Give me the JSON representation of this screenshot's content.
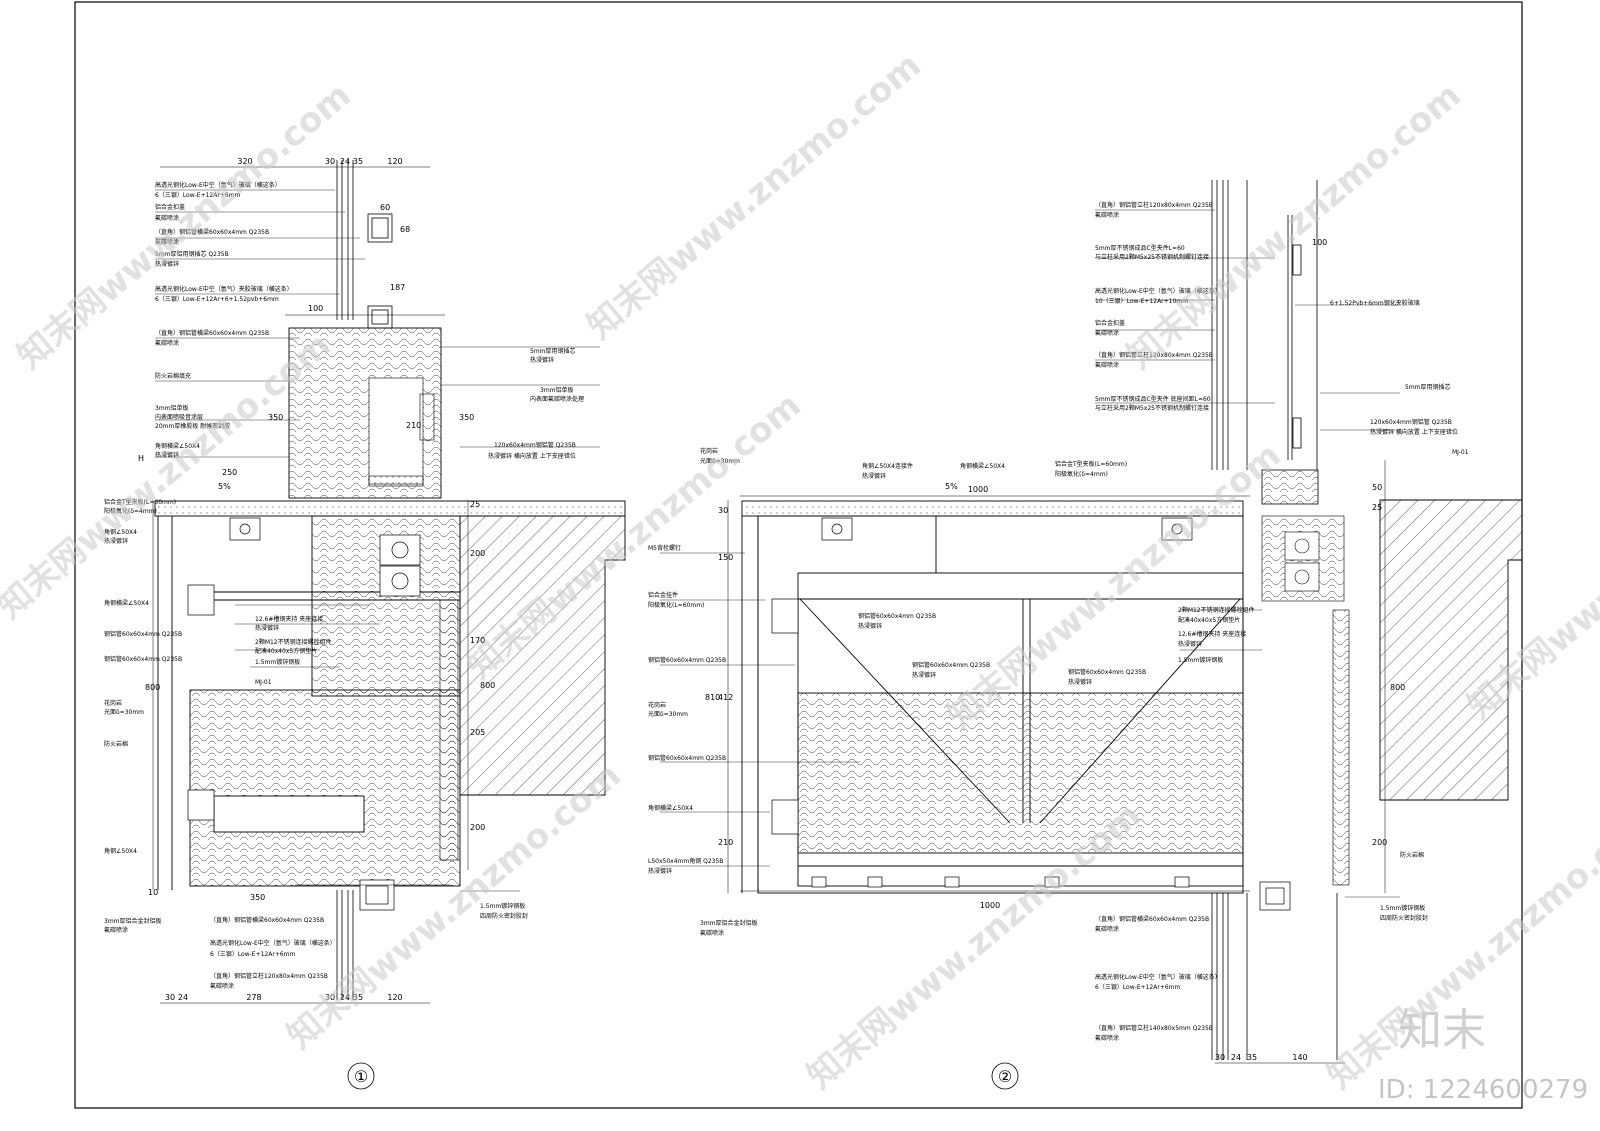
{
  "detail1": {
    "number": "①",
    "dims_top": [
      "320",
      "30",
      "24",
      "35",
      "120"
    ],
    "dims_bottom": [
      "30",
      "24",
      "278",
      "30",
      "24",
      "35",
      "120"
    ],
    "dims_mid": [
      "60",
      "68",
      "187",
      "100",
      "350",
      "210",
      "350",
      "250",
      "25",
      "200",
      "170",
      "800",
      "205",
      "200",
      "800",
      "350",
      "10"
    ],
    "slope": "5%",
    "level_mark": "H",
    "labels": [
      "高透光钢化Low-E中空（氩气）玻璃（横这条）",
      "6（三银）Low-E+12Ar+6mm",
      "铝合金扣盖",
      "氟碳喷涂",
      "（直角）钢铝管横梁60x60x4mm Q235B",
      "氟碳喷涂",
      "5mm厚铝用钢插芯 Q235B",
      "热浸镀锌",
      "高透光钢化Low-E中空（氩气）夹胶玻璃（横这条）",
      "6（三银）Low-E+12Ar+6+1.52pvb+6mm",
      "（直角）钢铝管横梁60x60x4mm Q235B",
      "氟碳喷涂",
      "防火岩棉填充",
      "3mm铝单板",
      "内表面喷吸音涂层",
      "20mm厚橡胶板 耐候密封胶",
      "角钢横梁∠50X4",
      "热浸镀锌",
      "铝合金T型夹板(L=60mm)",
      "阳极氧化(δ=4mm)",
      "角钢∠50X4",
      "热浸镀锌",
      "角钢横梁∠50X4",
      "钢铝管60x60x4mm Q235B",
      "钢铝管60x60x4mm Q235B",
      "花岗岩",
      "光面δ=30mm",
      "防火岩棉",
      "角钢∠50X4",
      "3mm厚铝合金封铝板",
      "氟碳喷涂",
      "（直角）钢铝管横梁60x60x4mm Q235B",
      "高透光钢化Low-E中空（氩气）玻璃（横这条）",
      "6（三银）Low-E+12Ar+6mm",
      "（直角）钢铝管立柱120x80x4mm Q235B",
      "氟碳喷涂",
      "5mm厚用钢插芯",
      "热浸镀锌",
      "3mm铝单板",
      "内表面氟碳喷涂处理",
      "120x60x4mm钢铝管 Q235B",
      "热浸镀锌 横向放置 上下支座错位",
      "12.6#槽钢夹持 夹座连接",
      "热浸镀锌",
      "2颗M12不锈钢连接螺栓组件",
      "配凑40x40x5方钢垫片",
      "1.5mm镀锌钢板",
      "MJ-01",
      "1.5mm镀锌钢板",
      "四周防火密封胶封"
    ]
  },
  "detail2": {
    "number": "②",
    "dims_top": [
      "100"
    ],
    "dims_bottom": [
      "30",
      "24",
      "35",
      "140"
    ],
    "dims_mid": [
      "30",
      "150",
      "810",
      "412",
      "210",
      "1000",
      "1000",
      "50",
      "25",
      "800",
      "200"
    ],
    "slope": "5%",
    "labels": [
      "（直角）钢铝管立柱120x80x4mm Q235B",
      "氟碳喷涂",
      "5mm厚不锈钢成品C型夹件L=60",
      "与立柱采用2颗M5x25不锈钢机制螺钉连接",
      "高透光钢化Low-E中空（氩气）玻璃（横这条）",
      "10（三银）Low-E+12Ar+10mm",
      "铝合金扣盖",
      "氟碳喷涂",
      "（直角）钢铝管立柱120x80x4mm Q235B",
      "氟碳喷涂",
      "5mm厚不锈钢成品C型夹件 底座间距L=60",
      "与立柱采用2颗M5x25不锈钢机制螺钉连接",
      "6+1.52Pvb+6mm钢化夹胶玻璃",
      "5mm厚用钢插芯",
      "120x60x4mm钢铝管 Q235B",
      "热浸镀锌 横向放置 上下支座错位",
      "MJ-01",
      "花岗岩",
      "光面δ=30mm",
      "角钢∠50X4连接件",
      "热浸镀锌",
      "角钢横梁∠50X4",
      "铝合金T型夹板(L=60mm)",
      "阳极氧化(δ=4mm)",
      "M5背栓螺钉",
      "铝合金挂件",
      "阳极氧化(L=60mm)",
      "钢铝管60x60x4mm Q235B",
      "热浸镀锌",
      "2颗M12不锈钢连接螺栓组件",
      "配凑40x40x5方钢垫片",
      "12.6#槽钢夹持 夹座连接",
      "热浸镀锌",
      "钢铝管60x60x4mm Q235B",
      "热浸镀锌",
      "钢铝管60x60x4mm Q235B",
      "热浸镀锌",
      "1.5mm镀锌钢板",
      "钢铝管60x60x4mm Q235B",
      "花岗岩",
      "光面δ=30mm",
      "钢铝管60x60x4mm Q235B",
      "角钢横梁∠50X4",
      "L50x50x4mm角钢 Q235B",
      "热浸镀锌",
      "3mm厚铝合金封铝板",
      "氟碳喷涂",
      "（直角）钢铝管横梁60x60x4mm Q235B",
      "氟碳喷涂",
      "高透光钢化Low-E中空（氩气）玻璃（横这条）",
      "6（三银）Low-E+12Ar+6mm",
      "（直角）钢铝管立柱140x80x5mm Q235B",
      "氟碳喷涂",
      "防火岩棉",
      "1.5mm镀锌钢板",
      "四周防火密封胶封"
    ]
  },
  "watermark": {
    "text": "知末网www.znzmo.com",
    "brand": "知末",
    "id": "ID: 1224600279"
  }
}
